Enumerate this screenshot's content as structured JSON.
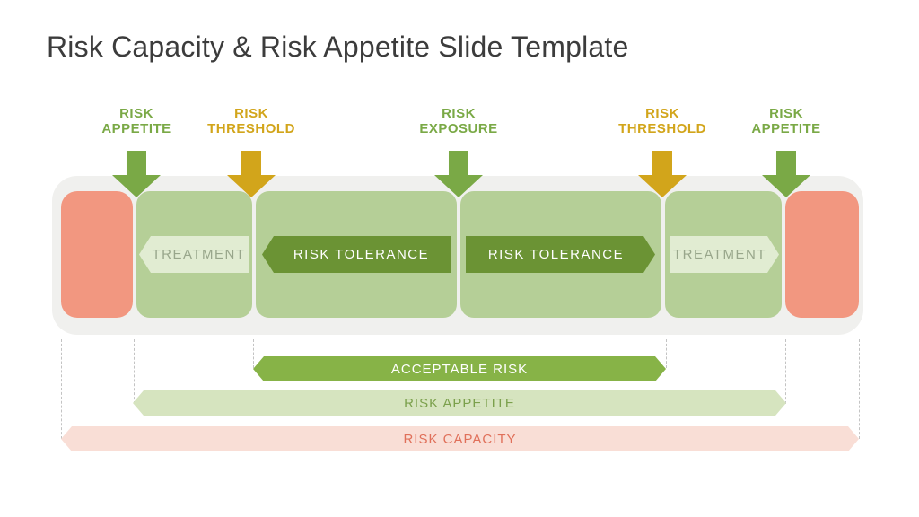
{
  "title": "Risk Capacity & Risk Appetite Slide Template",
  "markers": [
    {
      "name": "risk-appetite-left",
      "line1": "RISK",
      "line2": "APPETITE",
      "color": "#7aa946"
    },
    {
      "name": "risk-threshold-left",
      "line1": "RISK",
      "line2": "THRESHOLD",
      "color": "#d2a51b"
    },
    {
      "name": "risk-exposure",
      "line1": "RISK",
      "line2": "EXPOSURE",
      "color": "#7aa946"
    },
    {
      "name": "risk-threshold-right",
      "line1": "RISK",
      "line2": "THRESHOLD",
      "color": "#d2a51b"
    },
    {
      "name": "risk-appetite-right",
      "line1": "RISK",
      "line2": "APPETITE",
      "color": "#7aa946"
    }
  ],
  "band": {
    "segment_labels": [
      {
        "label": "TREATMENT",
        "pointing": "left"
      },
      {
        "label": "RISK TOLERANCE",
        "pointing": "left"
      },
      {
        "label": "RISK TOLERANCE",
        "pointing": "right"
      },
      {
        "label": "TREATMENT",
        "pointing": "right"
      }
    ],
    "zones": [
      {
        "type": "red-zone"
      },
      {
        "type": "green-zone"
      },
      {
        "type": "green-zone"
      },
      {
        "type": "green-zone"
      },
      {
        "type": "green-zone"
      },
      {
        "type": "red-zone"
      }
    ]
  },
  "bars": [
    {
      "label": "ACCEPTABLE RISK",
      "bg": "#87b347",
      "text_color": "#ffffff"
    },
    {
      "label": "RISK APPETITE",
      "bg": "#d6e4bf",
      "text_color": "#7ba04c"
    },
    {
      "label": "RISK CAPACITY",
      "bg": "#f9ded6",
      "text_color": "#e0705a"
    }
  ],
  "colors": {
    "marker_green": "#7aa946",
    "marker_gold": "#d2a51b",
    "zone_green": "#b5cf97",
    "zone_red": "#f29780",
    "band_container": "#f0f0ee",
    "tolerance_arrow": "#6b9334",
    "treatment_arrow_bg": "#e1ecd2",
    "treatment_arrow_text": "#98a68b",
    "title_text": "#3c3c3c",
    "dashed_line": "#c3c3c3"
  }
}
